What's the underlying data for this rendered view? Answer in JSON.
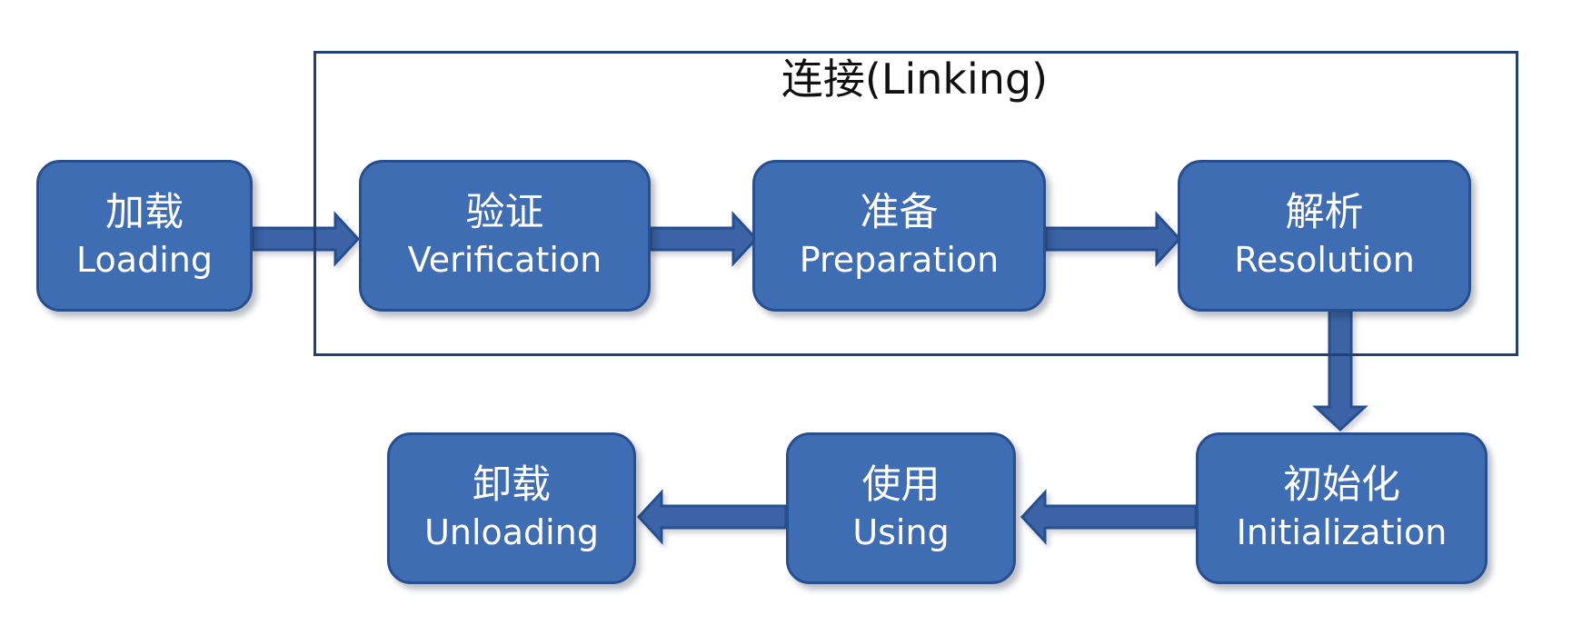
{
  "group": {
    "label": "连接(Linking)"
  },
  "nodes": {
    "loading": {
      "zh": "加载",
      "en": "Loading"
    },
    "verification": {
      "zh": "验证",
      "en": "Verification"
    },
    "preparation": {
      "zh": "准备",
      "en": "Preparation"
    },
    "resolution": {
      "zh": "解析",
      "en": "Resolution"
    },
    "initialization": {
      "zh": "初始化",
      "en": "Initialization"
    },
    "using": {
      "zh": "使用",
      "en": "Using"
    },
    "unloading": {
      "zh": "卸载",
      "en": "Unloading"
    }
  },
  "colors": {
    "node_fill": "#3f6db3",
    "node_border": "#274f8f",
    "arrow": "#3a63a6",
    "group_border": "#233f73"
  }
}
